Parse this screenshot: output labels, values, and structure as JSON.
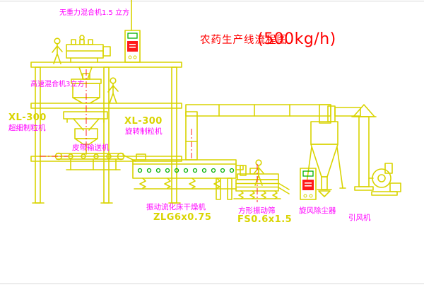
{
  "title": {
    "name": "农药生产线流程图",
    "capacity": "(500kg/h)"
  },
  "labels": {
    "mixer_top": "无重力混合机1.5 立方",
    "mixer_high": "高速混合机3立方",
    "granulator_left_model": "XL-300",
    "granulator_left_name": "超细制粒机",
    "granulator_right_model": "XL-300",
    "granulator_right_name": "旋转制粒机",
    "conveyor": "皮带输送机",
    "dryer_name": "振动流化床干燥机",
    "dryer_model": "ZLG6x0.75",
    "screen_name": "方形振动筛",
    "screen_model": "FS0.6x1.5",
    "cyclone": "旋风除尘器",
    "fan": "引风机"
  },
  "colors": {
    "line_yellow": "#d9d400",
    "label_magenta": "#ff00ff",
    "title_red": "#ff0000",
    "detail_green": "#00b000"
  }
}
